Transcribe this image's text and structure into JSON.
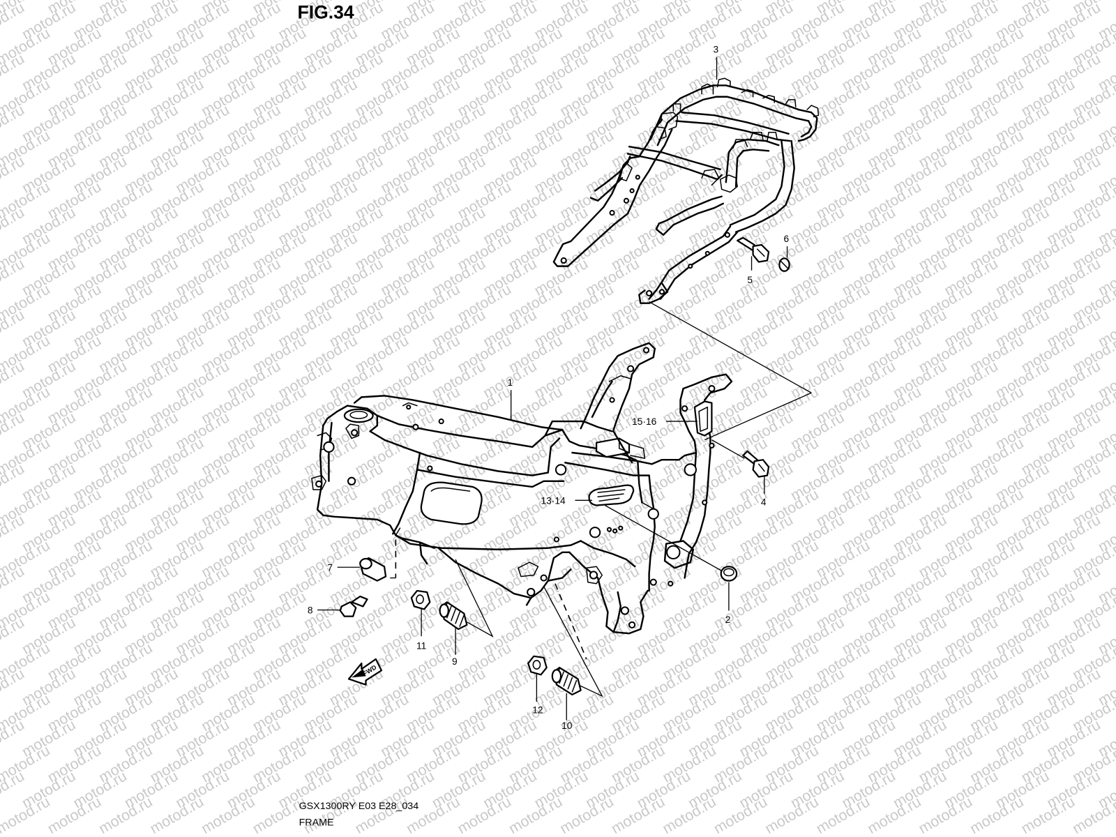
{
  "figure": {
    "title": "FIG.34",
    "footer_code": "GSX1300RY E03 E28_034",
    "footer_name": "FRAME"
  },
  "watermark": {
    "text": "motod.ru"
  },
  "arrow": {
    "text": "FWD"
  },
  "parts": [
    {
      "num": "1"
    },
    {
      "num": "2"
    },
    {
      "num": "3"
    },
    {
      "num": "4"
    },
    {
      "num": "5"
    },
    {
      "num": "6"
    },
    {
      "num": "7"
    },
    {
      "num": "8"
    },
    {
      "num": "9"
    },
    {
      "num": "10"
    },
    {
      "num": "11"
    },
    {
      "num": "12"
    },
    {
      "num": "13·14"
    },
    {
      "num": "15·16"
    }
  ]
}
